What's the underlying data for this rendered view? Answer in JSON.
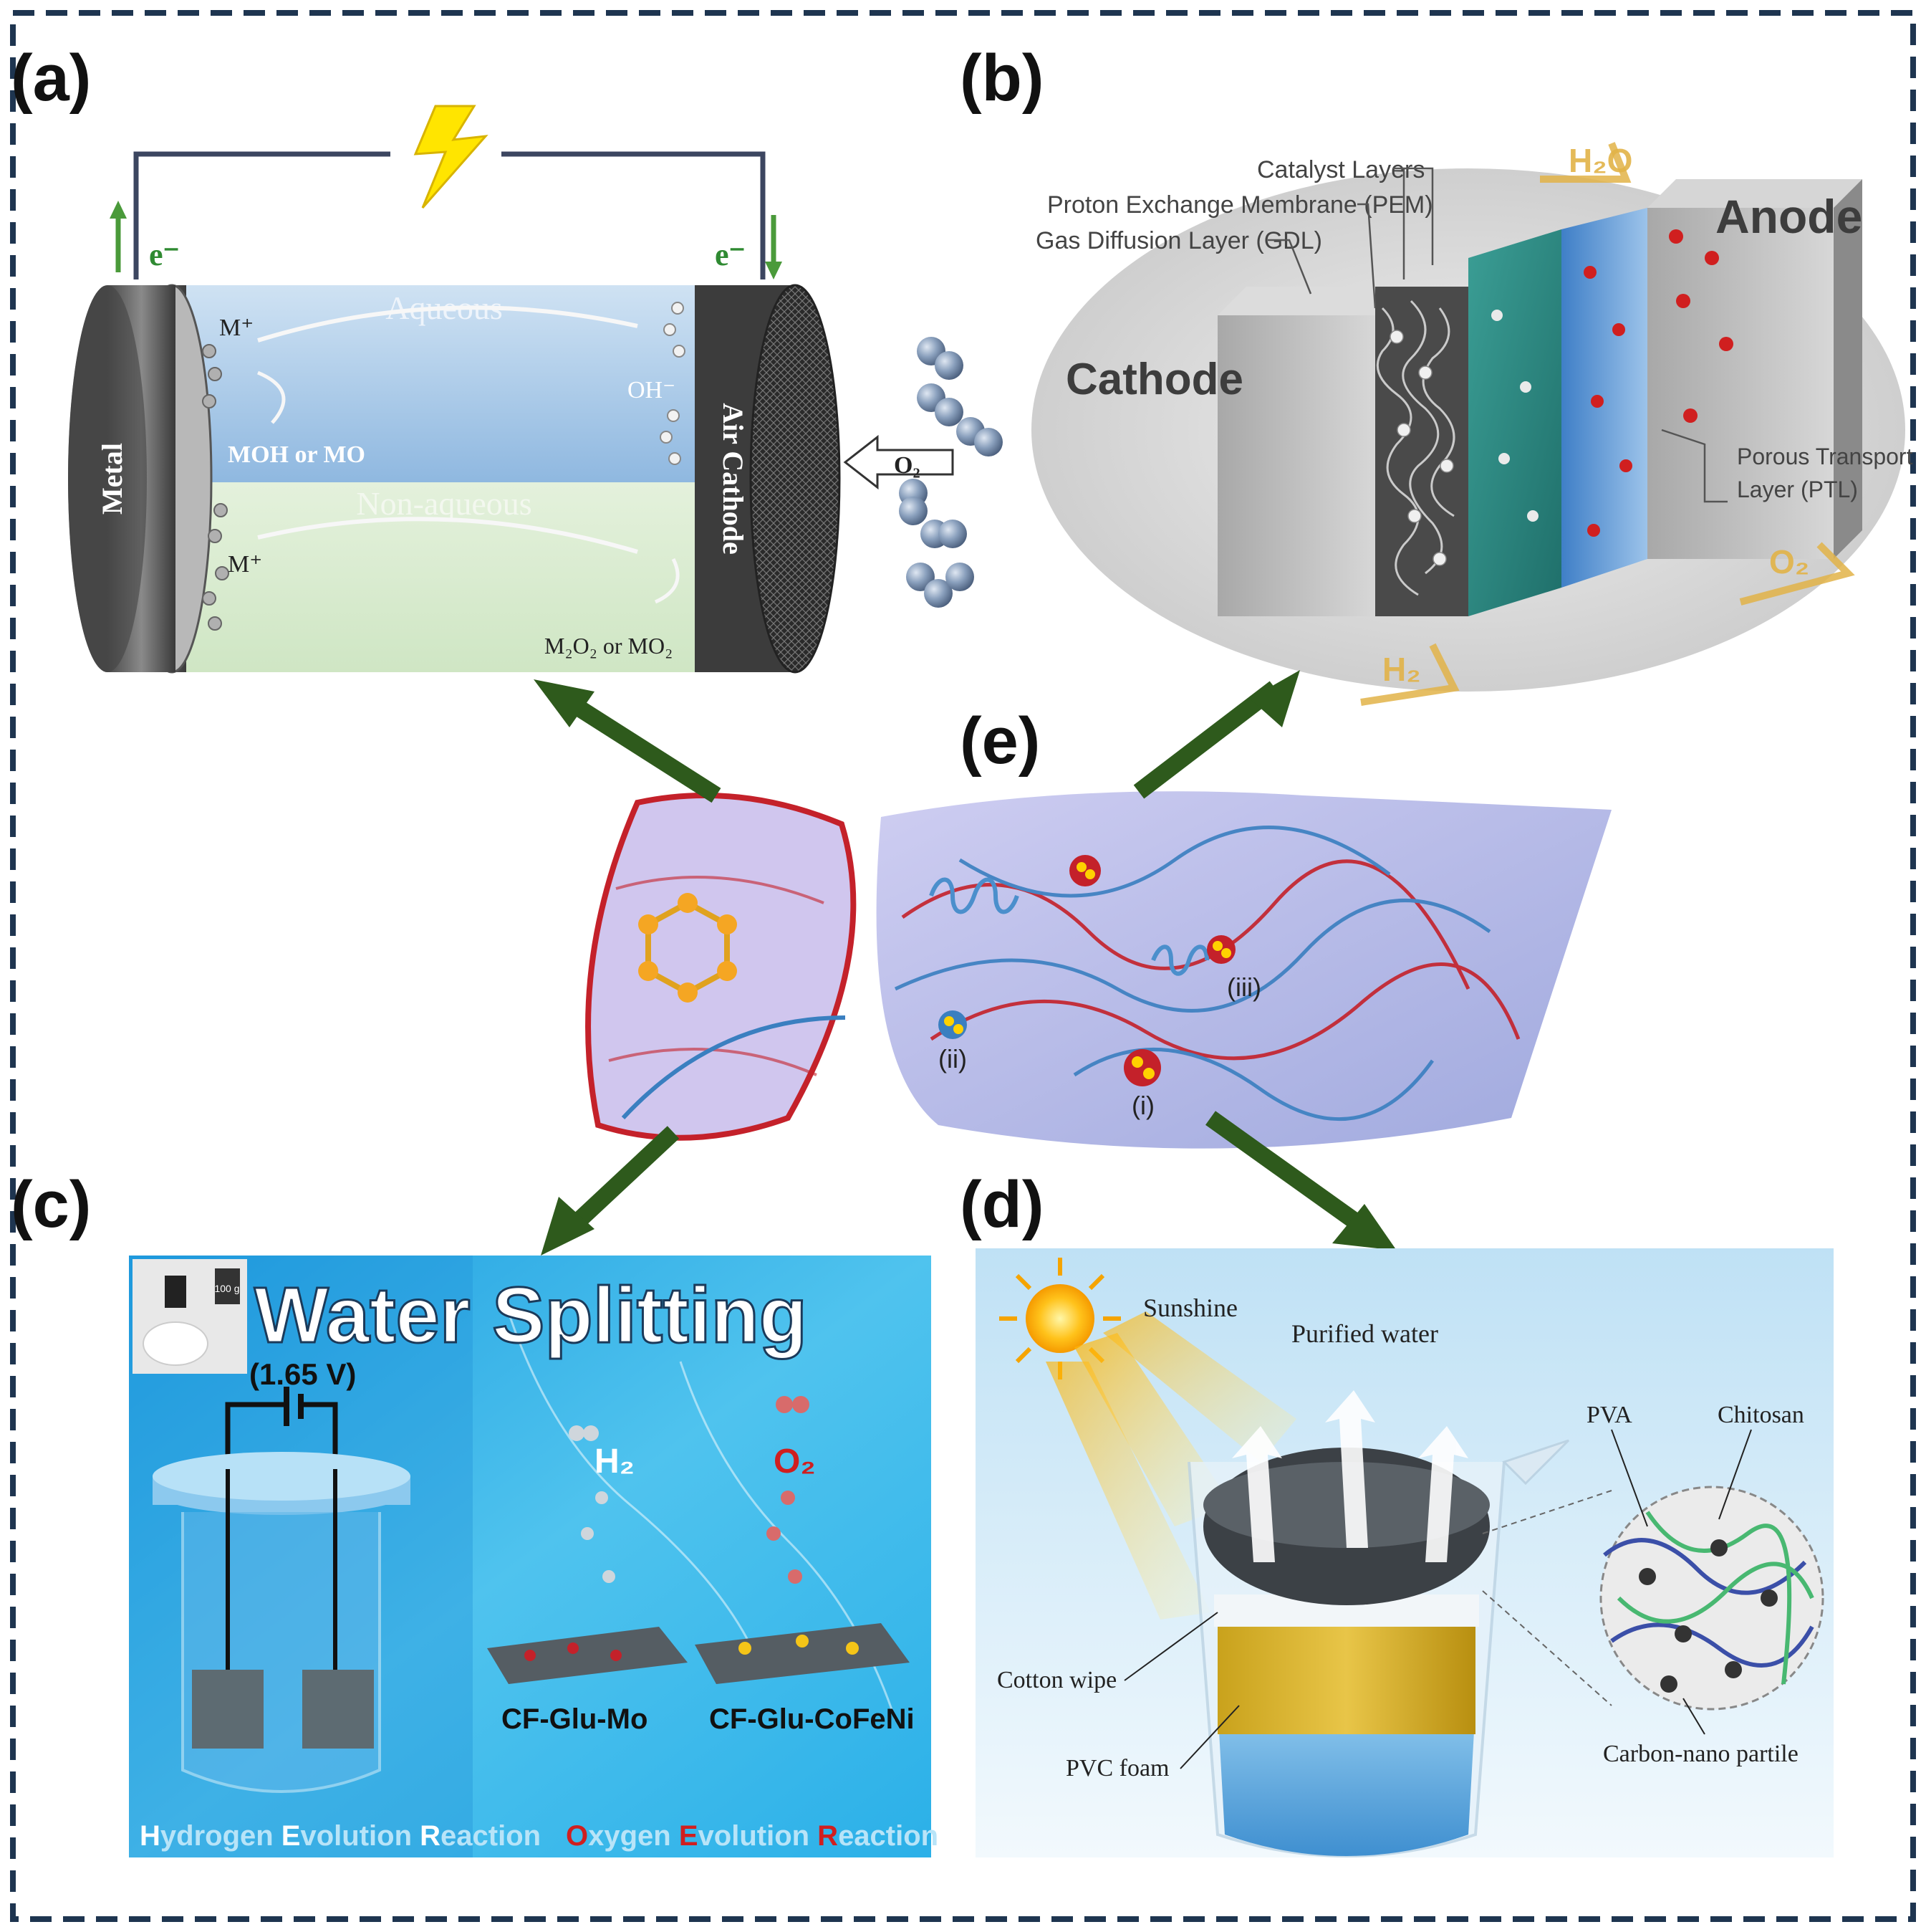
{
  "panels": {
    "a": {
      "letter": "(a)",
      "electron_left": "e⁻",
      "electron_right": "e⁻",
      "aqueous": "Aqueous",
      "non_aqueous": "Non-aqueous",
      "m_plus_top": "M⁺",
      "m_plus_bottom": "M⁺",
      "oh_minus": "OH⁻",
      "moh": "MOH or MO",
      "m2o2": "M₂O₂ or MO₂",
      "metal": "Metal",
      "air_cathode": "Air Cathode",
      "o2": "O₂"
    },
    "b": {
      "letter": "(b)",
      "catalyst_layers": "Catalyst Layers",
      "pem": "Proton Exchange Membrane (PEM)",
      "gdl": "Gas Diffusion Layer (GDL)",
      "anode": "Anode",
      "cathode": "Cathode",
      "ptl_1": "Porous Transport",
      "ptl_2": "Layer (PTL)",
      "h2o": "H₂O",
      "o2": "O₂",
      "h2": "H₂"
    },
    "c": {
      "letter": "(c)",
      "title": "Water Splitting",
      "voltage": "(1.65 V)",
      "weight": "100 g",
      "h2": "H₂",
      "o2": "O₂",
      "cf_mo": "CF-Glu-Mo",
      "cf_cofeni": "CF-Glu-CoFeNi",
      "her_h": "H",
      "her_1": "ydrogen ",
      "her_e": "E",
      "her_2": "volution ",
      "her_r": "R",
      "her_3": "eaction",
      "oer_o": "O",
      "oer_1": "xygen ",
      "oer_e": "E",
      "oer_2": "volution ",
      "oer_r": "R",
      "oer_3": "eaction"
    },
    "d": {
      "letter": "(d)",
      "sunshine": "Sunshine",
      "purified": "Purified water",
      "pva": "PVA",
      "chitosan": "Chitosan",
      "cotton": "Cotton wipe",
      "pvc": "PVC foam",
      "carbon": "Carbon-nano partile"
    },
    "e": {
      "letter": "(e)",
      "i": "(i)",
      "ii": "(ii)",
      "iii": "(iii)"
    }
  },
  "colors": {
    "arrow": "#2e5a1c",
    "border": "#1e3550"
  }
}
